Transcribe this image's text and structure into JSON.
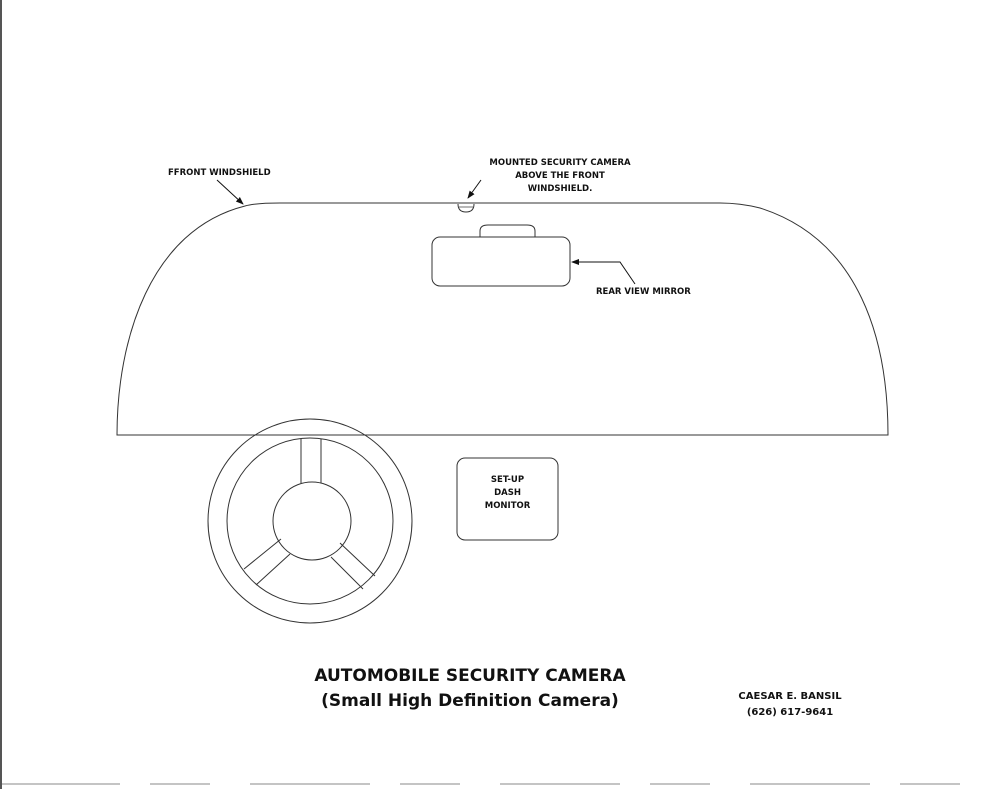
{
  "labels": {
    "front_windshield": "FFRONT WINDSHIELD",
    "camera_line1": "MOUNTED SECURITY CAMERA",
    "camera_line2": "ABOVE THE FRONT",
    "camera_line3": "WINDSHIELD.",
    "rear_view_mirror": "REAR VIEW MIRROR",
    "monitor_line1": "SET-UP",
    "monitor_line2": "DASH",
    "monitor_line3": "MONITOR"
  },
  "title": {
    "main": "AUTOMOBILE SECURITY CAMERA",
    "subtitle": "(Small High Definition Camera)"
  },
  "credit": {
    "name": "CAESAR E. BANSIL",
    "phone": "(626) 617-9641"
  }
}
